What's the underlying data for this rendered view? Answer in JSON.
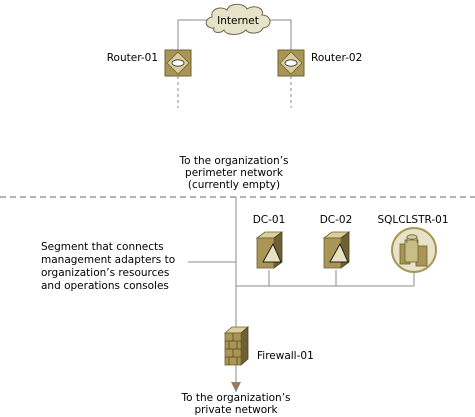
{
  "cloud": {
    "label": "Internet"
  },
  "routers": [
    {
      "label": "Router-01"
    },
    {
      "label": "Router-02"
    }
  ],
  "perimeter_note": [
    "To the organization’s",
    "perimeter network",
    "(currently empty)"
  ],
  "servers": [
    {
      "label": "DC-01"
    },
    {
      "label": "DC-02"
    },
    {
      "label": "SQLCLSTR-01"
    }
  ],
  "segment_note": [
    "Segment that connects",
    "management adapters to",
    "organization’s resources",
    "and operations consoles"
  ],
  "firewall": {
    "label": "Firewall-01"
  },
  "private_note": [
    "To the organization’s",
    "private network"
  ],
  "colors": {
    "line": "#8a8a8a",
    "dashed": "#666666",
    "gold": "#a99555",
    "gold_light": "#d8cf9d",
    "gold_dark": "#6e6033",
    "cloud_fill": "#e6e3c8",
    "arrow": "#9a7b62"
  }
}
